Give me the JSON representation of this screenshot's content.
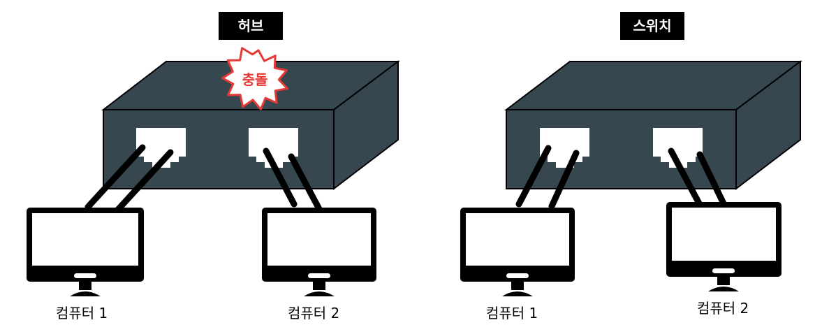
{
  "hub": {
    "title": "허브",
    "collision": "충돌",
    "pc1_label": "컴퓨터 1",
    "pc2_label": "컴퓨터 2"
  },
  "switch": {
    "title": "스위치",
    "pc1_label": "컴퓨터 1",
    "pc2_label": "컴퓨터 2"
  },
  "colors": {
    "device_front": "#37474f",
    "device_top": "#37474f",
    "outline": "#000000",
    "port": "#ffffff",
    "collision_fill": "#ffffff",
    "collision_stroke": "#e53935",
    "collision_text": "#e53935"
  }
}
